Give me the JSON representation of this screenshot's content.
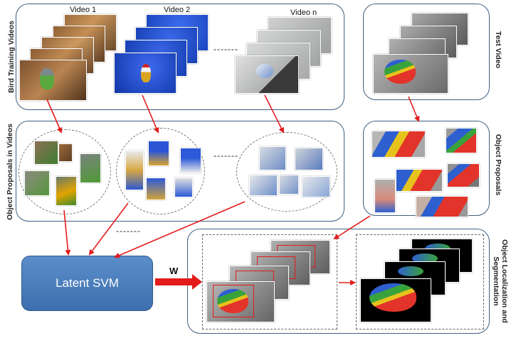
{
  "labels": {
    "bird_training_videos": "Bird Training Videos",
    "object_proposals_in_videos": "Object Proposals in Videos",
    "test_video": "Test Video",
    "object_proposals": "Object Proposals",
    "object_localization_line1": "Object Localization and",
    "object_localization_line2": "Segmentation",
    "latent_svm": "Latent SVM",
    "w": "W"
  },
  "video_titles": [
    "Video 1",
    "Video 2",
    "Video n"
  ],
  "ellipsis": "-------",
  "colors": {
    "panel_border": "#3f5f80",
    "arrow": "#e31b1b",
    "svm_fill": "#4a7dbb",
    "bbox": "#e31b1b"
  }
}
